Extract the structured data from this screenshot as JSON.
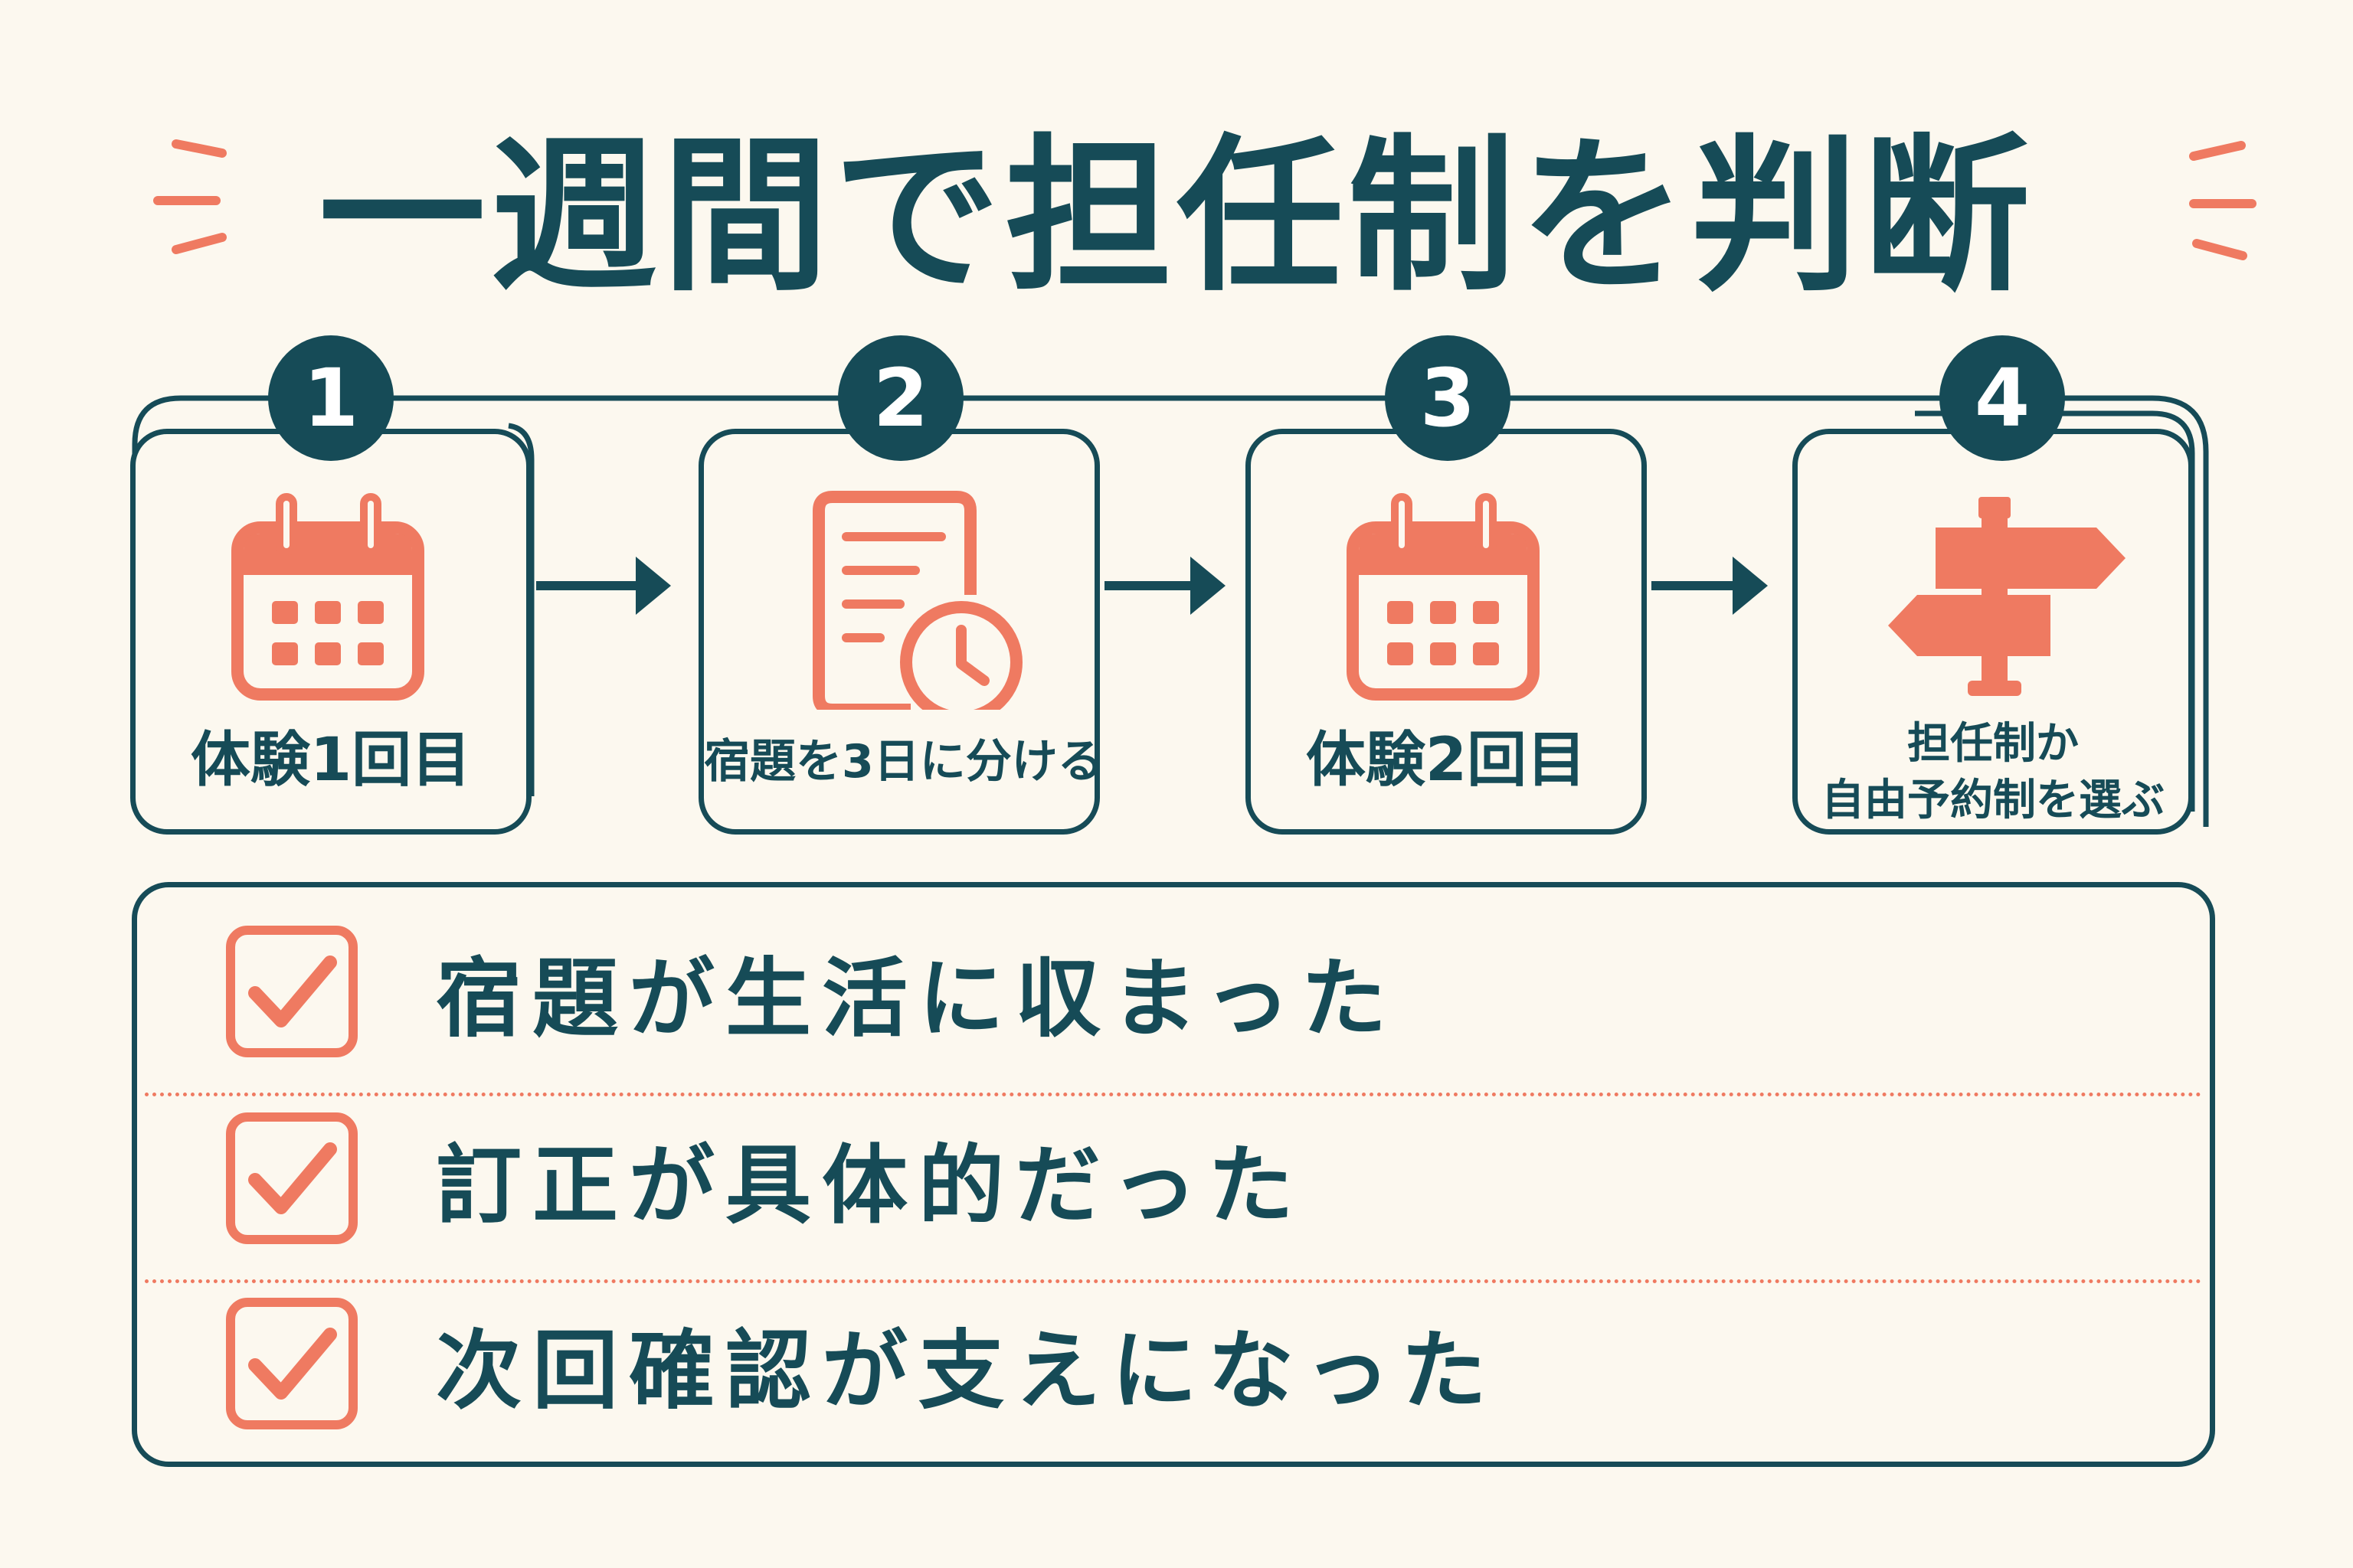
{
  "title": "一週間で担任制を判断",
  "colors": {
    "primary": "#164b57",
    "accent": "#ef7a61",
    "background": "#fcf8ef"
  },
  "steps": [
    {
      "number": "1",
      "icon": "calendar-icon",
      "label": "体験1回目"
    },
    {
      "number": "2",
      "icon": "document-clock-icon",
      "label": "宿題を3日に分ける"
    },
    {
      "number": "3",
      "icon": "calendar-icon",
      "label": "体験2回目"
    },
    {
      "number": "4",
      "icon": "signpost-icon",
      "label_lines": [
        "担任制か",
        "自由予約制を選ぶ"
      ]
    }
  ],
  "checklist": [
    {
      "icon": "checkbox-checked-icon",
      "text": "宿題が生活に収まった"
    },
    {
      "icon": "checkbox-checked-icon",
      "text": "訂正が具体的だった"
    },
    {
      "icon": "checkbox-checked-icon",
      "text": "次回確認が支えになった"
    }
  ]
}
